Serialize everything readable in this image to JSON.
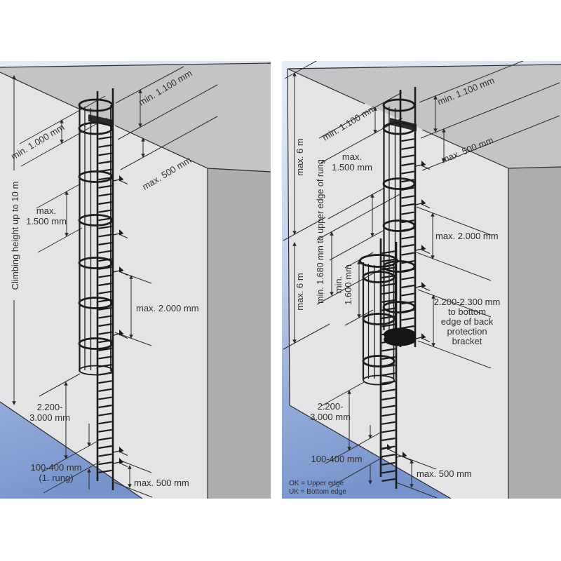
{
  "page": {
    "background": "#ffffff",
    "description_visible_text_only": true
  },
  "colors": {
    "sky_top": "#e6edf8",
    "roof": "#c4c4c7",
    "front_wall": "#e4e4e7",
    "side_wall": "#adadb0",
    "ground_blue_deep": "#7694cb",
    "line": "#2a2a2a",
    "ladder": "#1c1c1c",
    "text": "#2e2e2e"
  },
  "panels": {
    "left": {
      "labels": {
        "climbing_height": "Climbing height up to 10 m",
        "min_1000": "min. 1.000 mm",
        "min_1100": "min. 1.100 mm",
        "max_500_top": "max. 500 mm",
        "max_1500_l1": "max.",
        "max_1500_l2": "1.500 mm",
        "max_2000": "max. 2.000 mm",
        "b2200_l1": "2.200-",
        "b2200_l2": "3.000 mm",
        "first_rung_l1": "100-400 mm",
        "first_rung_l2": "(1. rung)",
        "max_500_bottom": "max. 500 mm"
      }
    },
    "right": {
      "labels": {
        "max6m_upper": "max. 6 m",
        "max6m_lower": "max. 6 m",
        "min_1100_left": "min. 1.100 mm",
        "min_1100_right": "min. 1.100 mm",
        "max_500_top": "max. 500 mm",
        "max_1500_l1": "max.",
        "max_1500_l2": "1.500 mm",
        "max_2000": "max. 2.000 mm",
        "min_1680": "min. 1.680 mm to upper edge of rung",
        "min_1600_l1": "min.",
        "min_1600_l2": "1.600 mm",
        "bracket_l1": "2.200-2.300 mm",
        "bracket_l2": "to bottom",
        "bracket_l3": "edge of back",
        "bracket_l4": "protection",
        "bracket_l5": "bracket",
        "b2200_l1": "2.200-",
        "b2200_l2": "3.000 mm",
        "first_rung": "100-400 mm",
        "max_500_bottom": "max. 500 mm",
        "legend_ok": "OK = Upper edge",
        "legend_uk": "UK = Bottom edge"
      }
    }
  }
}
